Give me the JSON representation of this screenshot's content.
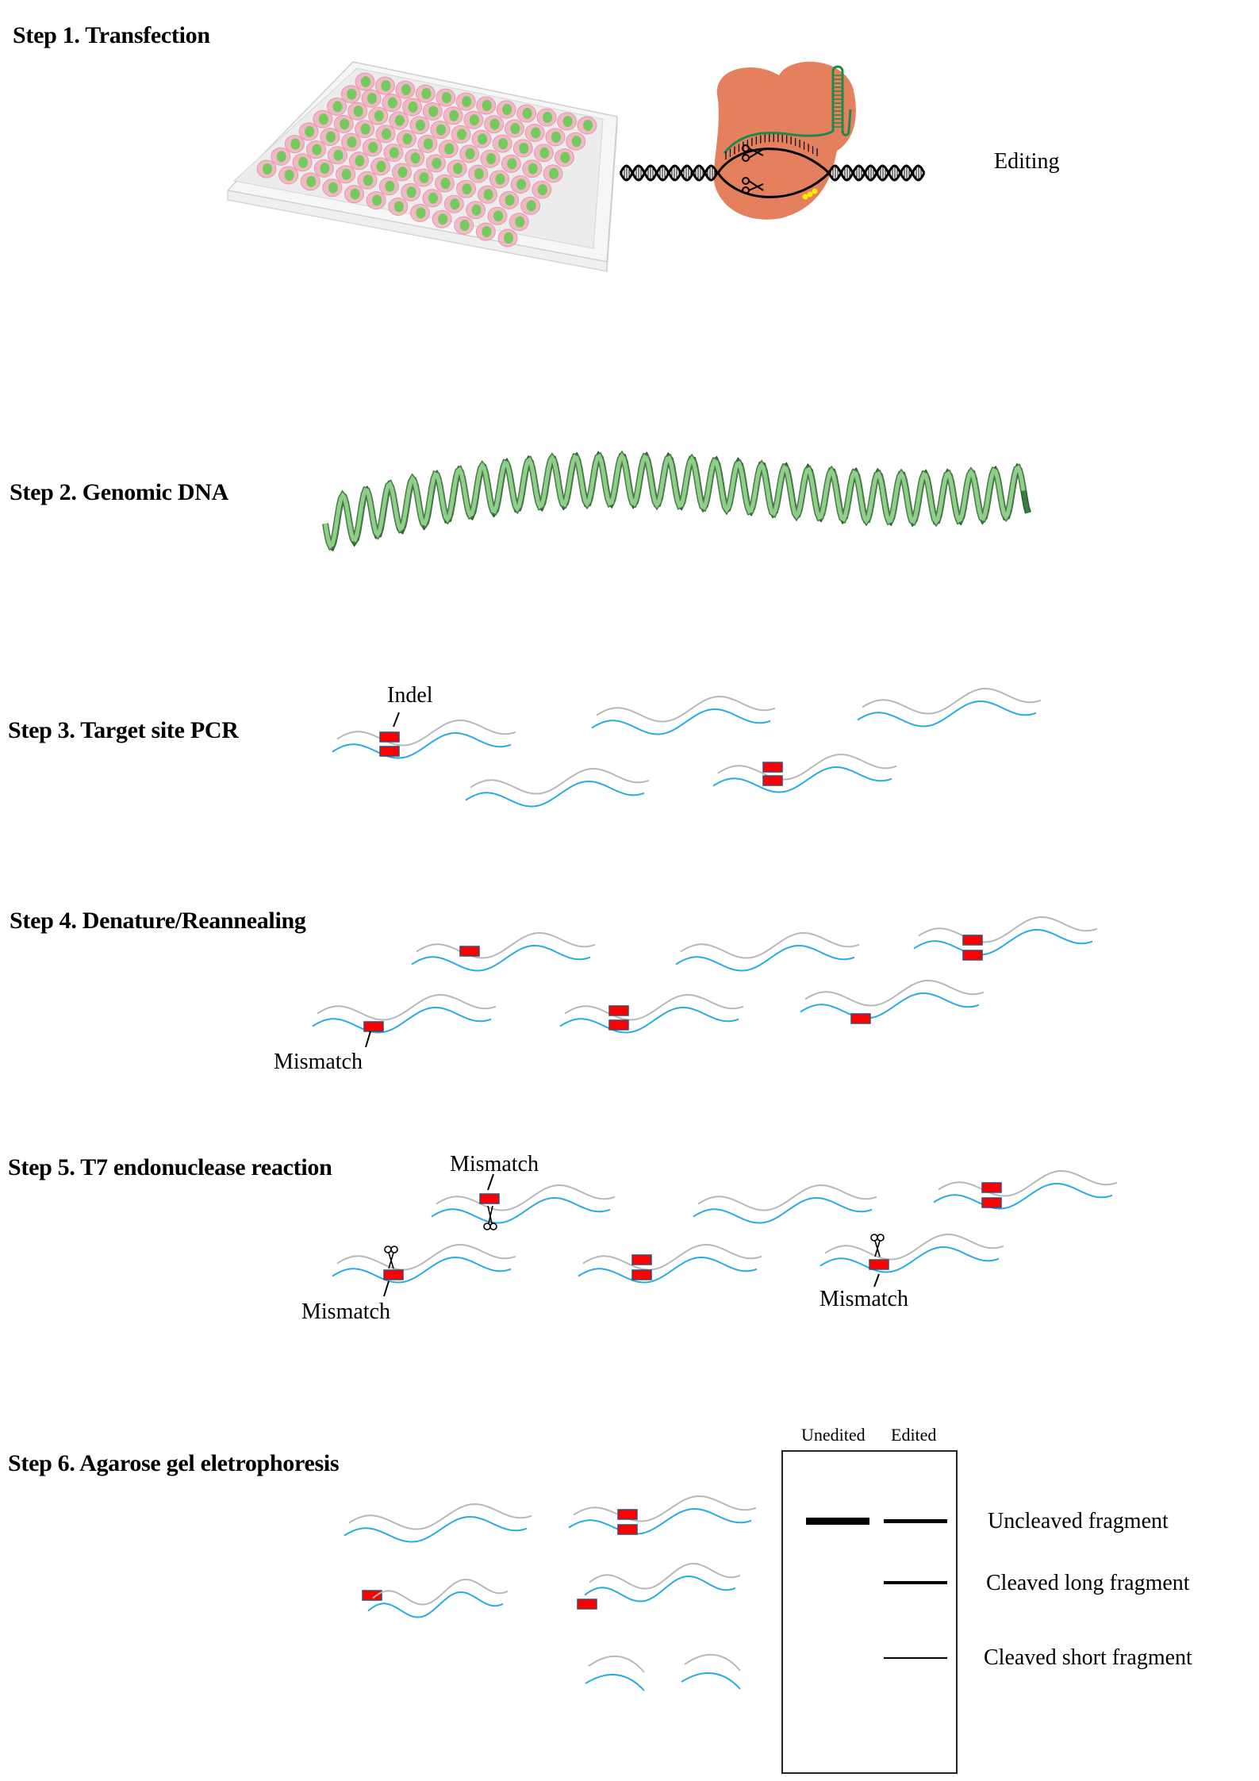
{
  "steps": [
    {
      "title": "Step 1. Transfection"
    },
    {
      "title": "Step 2. Genomic DNA"
    },
    {
      "title": "Step 3. Target site PCR"
    },
    {
      "title": "Step 4. Denature/Reannealing"
    },
    {
      "title": "Step 5. T7 endonuclease reaction"
    },
    {
      "title": "Step 6. Agarose gel eletrophoresis"
    }
  ],
  "step1": {
    "editing_label": "Editing",
    "plate_rows": 8,
    "plate_cols": 12
  },
  "step3": {
    "indel_label": "Indel"
  },
  "step4": {
    "mismatch_label": "Mismatch"
  },
  "step5": {
    "mismatch_labels": [
      "Mismatch",
      "Mismatch",
      "Mismatch"
    ]
  },
  "step6": {
    "lanes": [
      "Unedited",
      "Edited"
    ],
    "bands": [
      {
        "label": "Uncleaved fragment",
        "unedited": true,
        "edited": true
      },
      {
        "label": "Cleaved long fragment",
        "unedited": false,
        "edited": true
      },
      {
        "label": "Cleaved short fragment",
        "unedited": false,
        "edited": true
      }
    ]
  },
  "colors": {
    "strand_gray": "#b8b8b8",
    "strand_blue": "#29abe2",
    "mark_red": "#ff0000",
    "mark_border": "#3d4a6b",
    "cas9": "#e5805f",
    "guide_rna": "#1e8a4a",
    "dna_green_dark": "#3a7d3e",
    "dna_green_light": "#8fcf8a",
    "well_pink": "#f2a6b8",
    "well_green": "#5fce4a"
  }
}
